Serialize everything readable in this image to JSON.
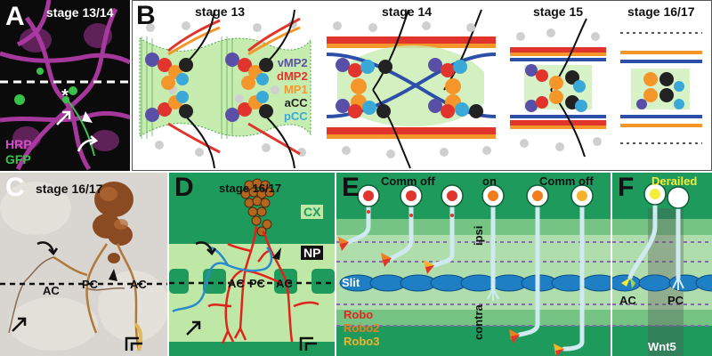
{
  "panels": {
    "A": {
      "letter": "A",
      "stage": "stage 13/14",
      "legend": [
        "HRP",
        "GFP"
      ]
    },
    "B": {
      "letter": "B",
      "stages": [
        "stage 13",
        "stage 14",
        "stage 15",
        "stage 16/17"
      ],
      "legend": [
        "vMP2",
        "dMP2",
        "MP1",
        "aCC",
        "pCC"
      ]
    },
    "C": {
      "letter": "C",
      "stage": "stage 16/17",
      "labels": [
        "AC",
        "PC",
        "AC"
      ]
    },
    "D": {
      "letter": "D",
      "stage": "stage 16/17",
      "cx": "CX",
      "np": "NP",
      "labels": [
        "AC",
        "PC",
        "AC"
      ]
    },
    "E": {
      "letter": "E",
      "top": [
        "Comm off",
        "on",
        "Comm off"
      ],
      "ipsi": "ipsi",
      "contra": "contra",
      "slit": "Slit",
      "robo_legend": [
        "Robo",
        "Robo2",
        "Robo3"
      ]
    },
    "F": {
      "letter": "F",
      "derailed": "Derailed",
      "ac": "AC",
      "pc": "PC",
      "wnt5": "Wnt5"
    }
  },
  "colors": {
    "vMP2": "#5a4fa6",
    "dMP2": "#e0342c",
    "MP1": "#f5962b",
    "aCC": "#222222",
    "pCC": "#3aa9d8",
    "green_bg": "#1e9a5c",
    "light_green": "#bfe8a6",
    "robo": "#e8231e",
    "robo2": "#f07d1e",
    "robo3": "#f6b22a",
    "slit": "#1e7fc4"
  }
}
